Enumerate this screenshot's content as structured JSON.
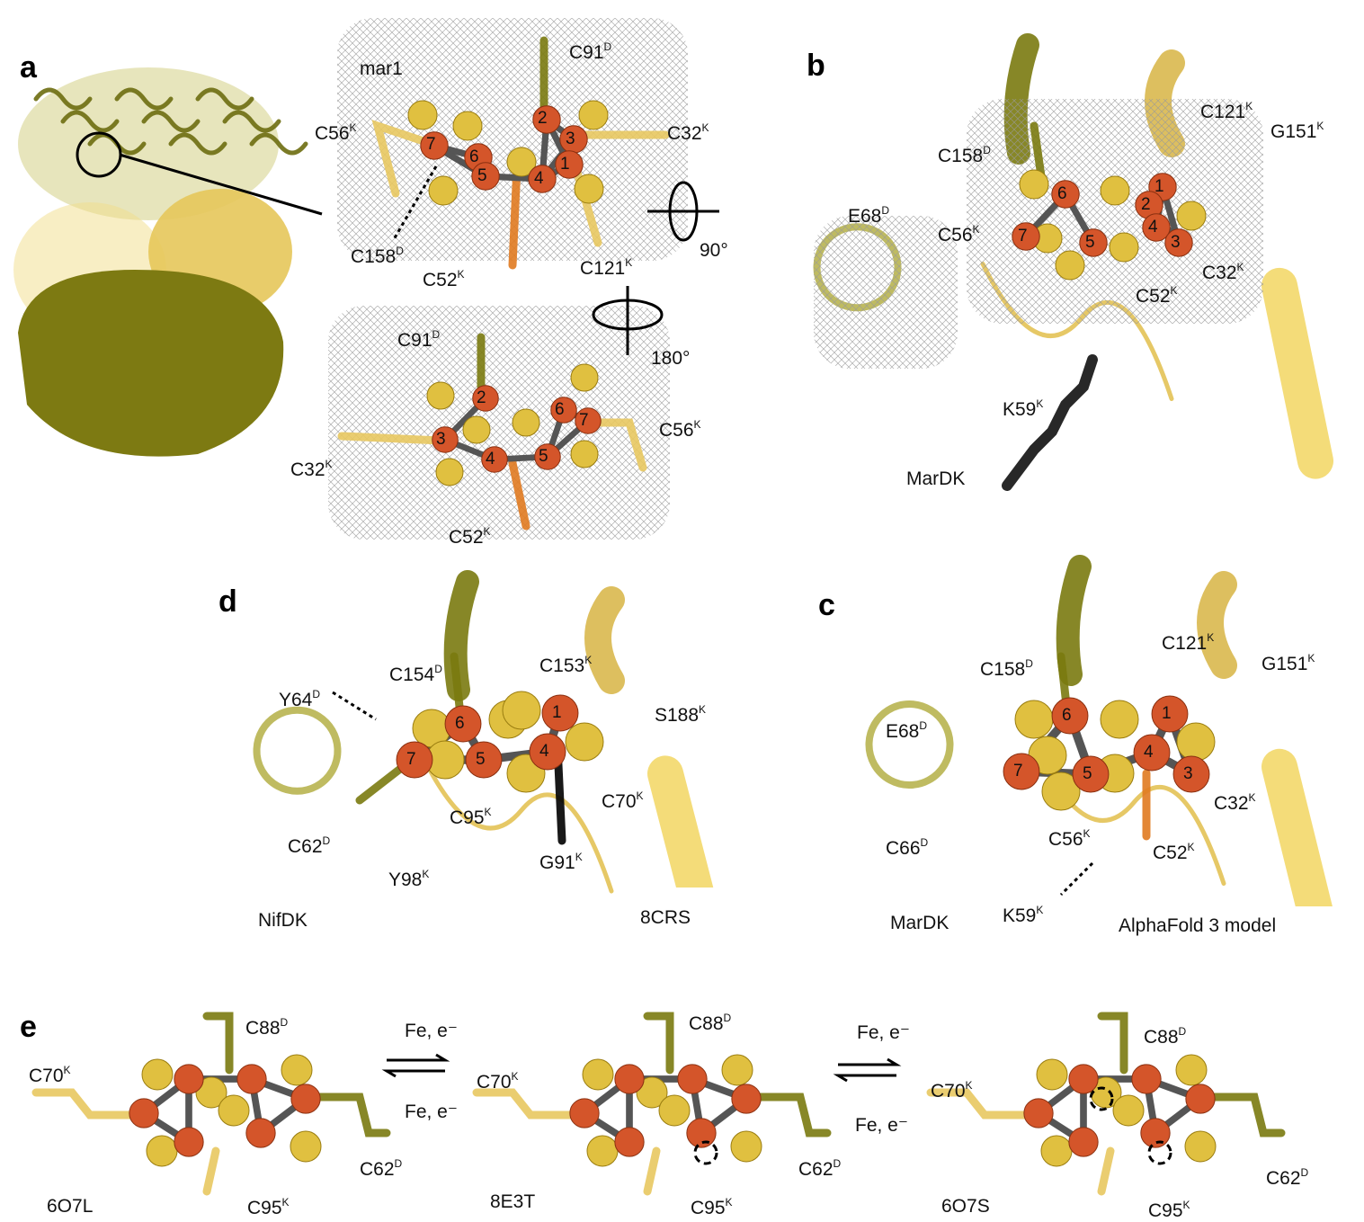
{
  "figure": {
    "panel_a": {
      "letter": "a",
      "structure_name": "mar1",
      "rotation_1": "90°",
      "rotation_2": "180°",
      "labels_top": [
        {
          "text": "C56",
          "sup": "K"
        },
        {
          "text": "C91",
          "sup": "D"
        },
        {
          "text": "C32",
          "sup": "K"
        },
        {
          "text": "C158",
          "sup": "D"
        },
        {
          "text": "C52",
          "sup": "K"
        },
        {
          "text": "C121",
          "sup": "K"
        }
      ],
      "labels_bottom": [
        {
          "text": "C91",
          "sup": "D"
        },
        {
          "text": "C56",
          "sup": "K"
        },
        {
          "text": "C32",
          "sup": "K"
        },
        {
          "text": "C52",
          "sup": "K"
        }
      ],
      "atom_numbers_top": [
        "7",
        "6",
        "2",
        "3",
        "1",
        "5",
        "4"
      ],
      "atom_numbers_bottom": [
        "2",
        "3",
        "4",
        "5",
        "6",
        "7"
      ]
    },
    "panel_b": {
      "letter": "b",
      "labels": [
        {
          "text": "C121",
          "sup": "K"
        },
        {
          "text": "G151",
          "sup": "K"
        },
        {
          "text": "C158",
          "sup": "D"
        },
        {
          "text": "E68",
          "sup": "D"
        },
        {
          "text": "C56",
          "sup": "K"
        },
        {
          "text": "C32",
          "sup": "K"
        },
        {
          "text": "C52",
          "sup": "K"
        },
        {
          "text": "K59",
          "sup": "K"
        }
      ],
      "protein": "MarDK",
      "atom_numbers": [
        "1",
        "6",
        "2",
        "4",
        "7",
        "5",
        "3"
      ]
    },
    "panel_d": {
      "letter": "d",
      "labels": [
        {
          "text": "C154",
          "sup": "D"
        },
        {
          "text": "C153",
          "sup": "K"
        },
        {
          "text": "Y64",
          "sup": "D"
        },
        {
          "text": "S188",
          "sup": "K"
        },
        {
          "text": "C70",
          "sup": "K"
        },
        {
          "text": "C95",
          "sup": "K"
        },
        {
          "text": "C62",
          "sup": "D"
        },
        {
          "text": "G91",
          "sup": "K"
        },
        {
          "text": "Y98",
          "sup": "K"
        }
      ],
      "protein": "NifDK",
      "pdb_id": "8CRS",
      "atom_numbers": [
        "6",
        "1",
        "7",
        "5",
        "4"
      ]
    },
    "panel_c": {
      "letter": "c",
      "labels": [
        {
          "text": "C121",
          "sup": "K"
        },
        {
          "text": "G151",
          "sup": "K"
        },
        {
          "text": "C158",
          "sup": "D"
        },
        {
          "text": "E68",
          "sup": "D"
        },
        {
          "text": "C32",
          "sup": "K"
        },
        {
          "text": "C66",
          "sup": "D"
        },
        {
          "text": "C56",
          "sup": "K"
        },
        {
          "text": "C52",
          "sup": "K"
        },
        {
          "text": "K59",
          "sup": "K"
        }
      ],
      "protein": "MarDK",
      "model": "AlphaFold 3 model",
      "atom_numbers": [
        "6",
        "1",
        "4",
        "7",
        "5",
        "3"
      ]
    },
    "panel_e": {
      "letter": "e",
      "reaction_label": "Fe, e⁻",
      "states": [
        {
          "pdb_id": "6O7L",
          "labels": [
            {
              "text": "C88",
              "sup": "D"
            },
            {
              "text": "C70",
              "sup": "K"
            },
            {
              "text": "C62",
              "sup": "D"
            },
            {
              "text": "C95",
              "sup": "K"
            }
          ]
        },
        {
          "pdb_id": "8E3T",
          "labels": [
            {
              "text": "C88",
              "sup": "D"
            },
            {
              "text": "C70",
              "sup": "K"
            },
            {
              "text": "C62",
              "sup": "D"
            },
            {
              "text": "C95",
              "sup": "K"
            }
          ]
        },
        {
          "pdb_id": "6O7S",
          "labels": [
            {
              "text": "C88",
              "sup": "D"
            },
            {
              "text": "C70",
              "sup": "K"
            },
            {
              "text": "C62",
              "sup": "D"
            },
            {
              "text": "C95",
              "sup": "K"
            }
          ]
        }
      ]
    },
    "colors": {
      "iron": "#d4552a",
      "sulfur": "#e0c040",
      "bond": "#555555",
      "olive": "#7a7a10",
      "gold": "#e8c860",
      "mesh": "#9a9a9a",
      "black": "#111111"
    }
  }
}
